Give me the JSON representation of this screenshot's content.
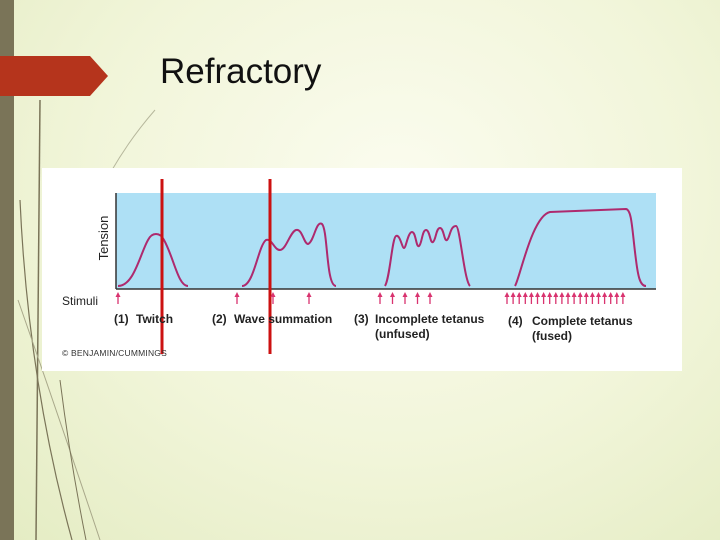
{
  "slide": {
    "title": "Refractory"
  },
  "figure": {
    "y_axis_label": "Tension",
    "stimuli_label": "Stimuli",
    "panels": [
      {
        "number": "(1)",
        "name": "Twitch",
        "name_line2": ""
      },
      {
        "number": "(2)",
        "name": "Wave summation",
        "name_line2": ""
      },
      {
        "number": "(3)",
        "name": "Incomplete tetanus",
        "name_line2": "(unfused)"
      },
      {
        "number": "(4)",
        "name": "Complete tetanus",
        "name_line2": "(fused)"
      }
    ],
    "stimuli_counts": [
      1,
      3,
      5,
      20
    ],
    "credit": "© BENJAMIN/CUMMINGS",
    "colors": {
      "plot_background": "#aee0f5",
      "trace": "#ae2a6e",
      "stimulus_arrow": "#d9336f",
      "refractory_marker": "#cc1111",
      "accent_tab": "#b5341c",
      "side_bar": "#7a7458"
    }
  }
}
